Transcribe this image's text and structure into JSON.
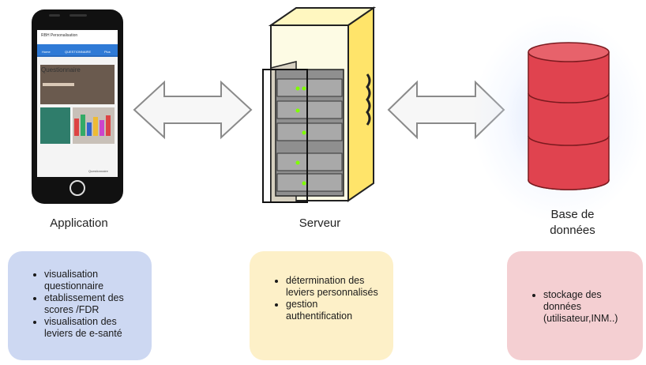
{
  "application": {
    "label": "Application",
    "screen": {
      "header_title": "RBH Personalisation",
      "tabs": [
        "Home",
        "QUESTIONNAIRE",
        "Plus"
      ],
      "section_title": "Questionnaire",
      "footer_text": "Questionnaire"
    },
    "bullets": [
      "visualisation questionnaire",
      "etablissement des scores /FDR",
      "visualisation des leviers de e-santé"
    ]
  },
  "server": {
    "label": "Serveur",
    "bullets": [
      "détermination des leviers personnalisés",
      "gestion authentification"
    ]
  },
  "database": {
    "label_line1": "Base de",
    "label_line2": "données",
    "bullets": [
      "stockage des données (utilisateur,INM..)"
    ]
  },
  "colors": {
    "blue_box": "#cdd8f2",
    "yellow_box": "#fdf0c8",
    "pink_box": "#f4cfd2",
    "db_red": "#e0434f"
  }
}
